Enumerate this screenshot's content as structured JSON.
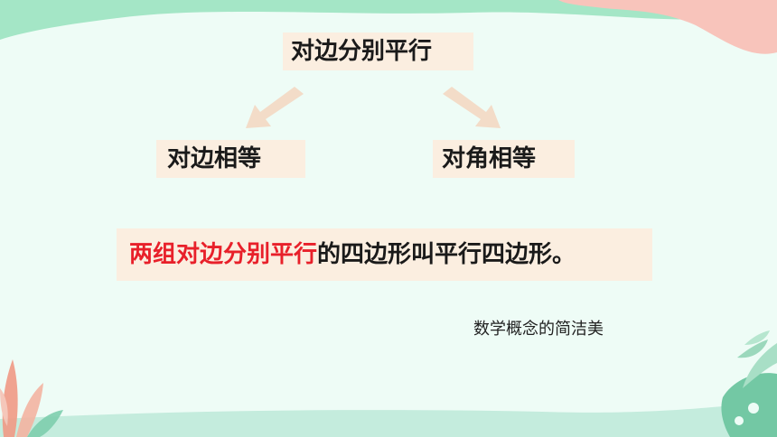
{
  "colors": {
    "background": "#eefcf6",
    "box_fill": "#fbeee0",
    "arrow": "#f3dcc8",
    "highlight": "#e8202a",
    "top_wave_green": "#a4e6c6",
    "top_wave_pink": "#f8c4bb",
    "bottom_band": "#c4ecdd",
    "leaf_green": "#73c8a4",
    "leaf_coral": "#f19a86"
  },
  "diagram": {
    "top_node": "对边分别平行",
    "left_node": "对边相等",
    "right_node": "对角相等"
  },
  "definition": {
    "highlight": "两组对边分别平行",
    "rest": "的四边形叫平行四边形。"
  },
  "caption": "数学概念的简洁美",
  "icons": [
    "leaf-icon",
    "monstera-leaf-icon",
    "arrow-left-down-icon",
    "arrow-right-down-icon"
  ]
}
